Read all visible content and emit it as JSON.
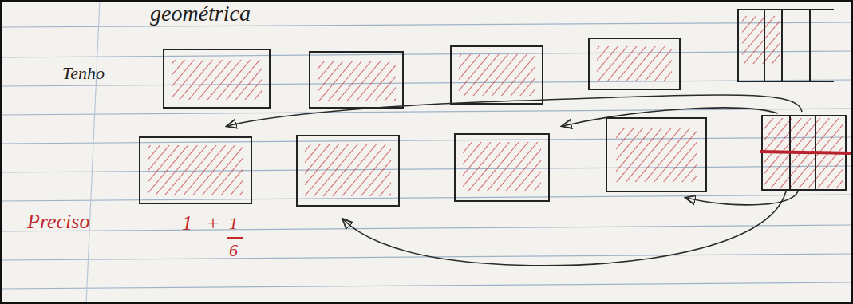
{
  "diagram": {
    "labels": [
      "geométrica",
      "Tenho",
      "Preciso",
      "1",
      "+",
      "1",
      "6"
    ]
  }
}
